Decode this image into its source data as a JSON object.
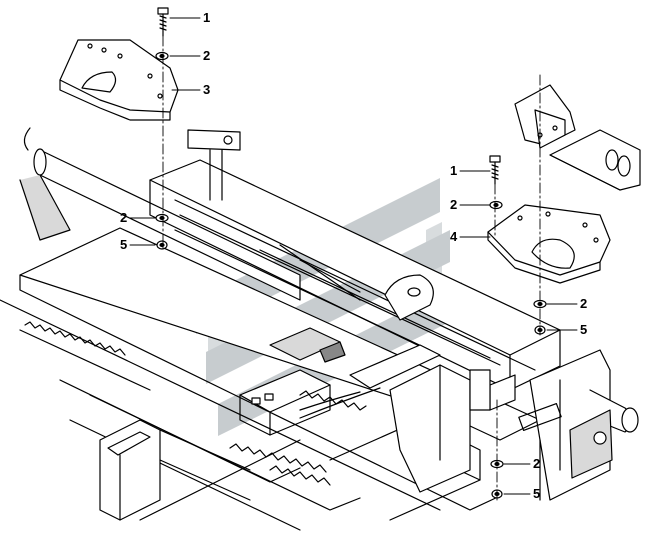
{
  "callouts": {
    "c1a": "1",
    "c2a": "2",
    "c3": "3",
    "c2b": "2",
    "c5a": "5",
    "c1b": "1",
    "c2c": "2",
    "c4": "4",
    "c2d": "2",
    "c5b": "5",
    "c2e": "2",
    "c5c": "5"
  },
  "colors": {
    "line": "#000000",
    "shade": "#d9d9d9",
    "watermark": "#9aa3a9"
  }
}
